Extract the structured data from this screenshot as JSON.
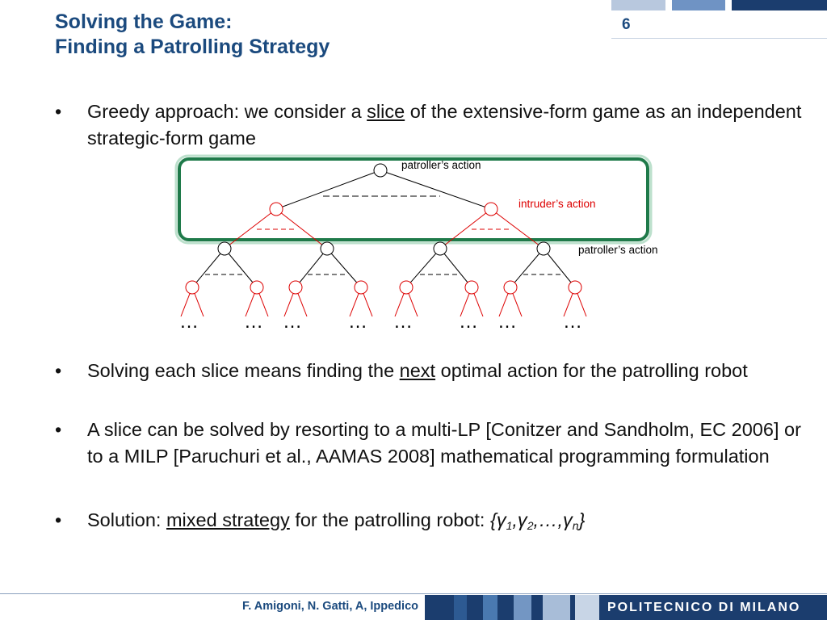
{
  "header": {
    "title_line1": "Solving the Game:",
    "title_line2": "Finding a Patrolling Strategy",
    "page_number": "6"
  },
  "bullets": {
    "b1": {
      "pre": "Greedy approach: we consider a ",
      "u": "slice",
      "post": " of the extensive-form game as an independent strategic-form game"
    },
    "b2": {
      "pre": "Solving each slice means finding the ",
      "u": "next",
      "post": " optimal action for the patrolling robot"
    },
    "b3": {
      "text": "A slice can be solved by resorting to a multi-LP [Conitzer and Sandholm, EC 2006] or to a MILP [Paruchuri et al., AAMAS 2008] mathematical programming formulation"
    },
    "b4": {
      "pre": "Solution: ",
      "u": "mixed strategy",
      "post": " for the patrolling robot: ",
      "formula": "{γ",
      "s1": "1",
      "c1": ",γ",
      "s2": "2",
      "c2": ",…,γ",
      "sn": "n",
      "close": "}"
    }
  },
  "diagram": {
    "label_patroller_top": "patroller’s action",
    "label_intruder": "intruder’s action",
    "label_patroller_bottom": "patroller’s action",
    "ellipsis": "…",
    "colors": {
      "patroller": "#000000",
      "intruder": "#dd0000",
      "highlight": "#1f7a4a"
    }
  },
  "footer": {
    "authors": "F. Amigoni, N. Gatti, A, Ippedico",
    "institution": "POLITECNICO DI MILANO"
  }
}
